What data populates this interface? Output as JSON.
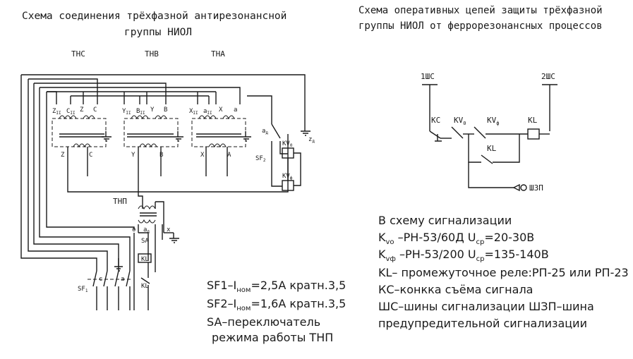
{
  "left_title": {
    "line1": "Схема соединения трёхфазной антирезонансной",
    "line2": "группы НИОЛ"
  },
  "right_title": {
    "line1": "Схема оперативных цепей защиты трёхфазной",
    "line2": "группы НИОЛ  от феррорезонансных процессов"
  },
  "transformers": {
    "thc": "ТНС",
    "thv": "ТНВ",
    "tha": "ТНА",
    "tnp": "ТНП"
  },
  "terminals": {
    "z2": "Z",
    "z2_sub": "II",
    "c2": "C",
    "c2_sub": "II",
    "z": "Z",
    "c": "C",
    "y2": "Y",
    "y2_sub": "II",
    "b2": "B",
    "b2_sub": "II",
    "y": "Y",
    "b": "B",
    "x2": "X",
    "x2_sub": "II",
    "a2": "a",
    "a2_sub": "II",
    "x": "X",
    "a": "a",
    "zb_Z": "Z",
    "zb_C": "C",
    "yb_Y": "Y",
    "yb_B": "B",
    "xb_X": "X",
    "xb_A": "A",
    "a_d": "a",
    "a_d_sub": "д",
    "z_d": "z",
    "z_d_sub": "д",
    "o": "o",
    "a_d2": "a",
    "a_d2_sub": "д",
    "x_side": "x",
    "c_low": "c",
    "a_low": "a"
  },
  "devices": {
    "sf2": "SF",
    "sf2_sub": "2",
    "sf1": "SF",
    "sf1_sub": "1",
    "kv0": "KV",
    "kv0_sub": "0",
    "kvf": "KV",
    "kvf_sub": "ф",
    "sa": "SA",
    "kl1": "KL",
    "kl2": "KL"
  },
  "op_circuit": {
    "bus1": "1ШС",
    "bus2": "2ШС",
    "kc": "КС",
    "kv0": "KV",
    "kv0_sub": "0",
    "kvf": "KV",
    "kvf_sub": "ф",
    "kl_coil": "KL",
    "kl_contact": "KL",
    "shzp": "ШЗП"
  },
  "notes_left": {
    "sf1_pre": "SF1–I",
    "sf1_sub": "ном",
    "sf1_post": "=2,5А кратн.3,5",
    "sf2_pre": "SF2–I",
    "sf2_sub": "ном",
    "sf2_post": "=1,6А кратн.3,5",
    "sa_line1": "SA–переключатель",
    "sa_line2": "режима работы ТНП"
  },
  "notes_right": {
    "intro": "В схему сигнализации",
    "kv0_pre": "K",
    "kv0_sub": "vo",
    "kv0_mid": " –РН-53/60Д U",
    "kv0_sub2": "ср",
    "kv0_post": "=20-30В",
    "kvf_pre": "K",
    "kvf_sub": "vф",
    "kvf_mid": " –РН-53/200 U",
    "kvf_sub2": "ср",
    "kvf_post": "=135-140В",
    "kl": "KL– промежуточное реле:РП-25 или РП-23",
    "kc": "КС–конкка съёма сигнала",
    "shs": "ШС–шины сигнализации ШЗП–шина",
    "shs2": "предупредительной сигнализации"
  }
}
